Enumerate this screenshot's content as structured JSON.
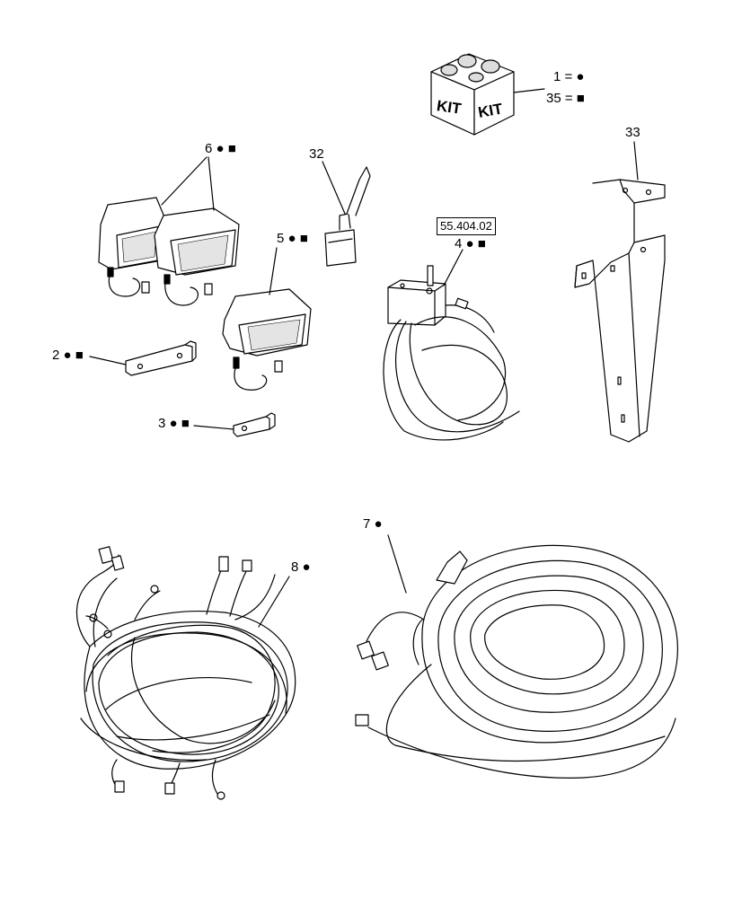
{
  "legend": {
    "kit_circle": "1 = ●",
    "kit_square": "35 = ■"
  },
  "kit_box": {
    "text_left": "KIT",
    "text_right": "KIT"
  },
  "reference": {
    "code": "55.404.02"
  },
  "callouts": {
    "item6": "6 ● ■",
    "item32": "32",
    "item5": "5 ● ■",
    "item4": "4 ● ■",
    "item2": "2 ● ■",
    "item3": "3 ● ■",
    "item33": "33",
    "item7": "7 ●",
    "item8": "8 ●"
  }
}
